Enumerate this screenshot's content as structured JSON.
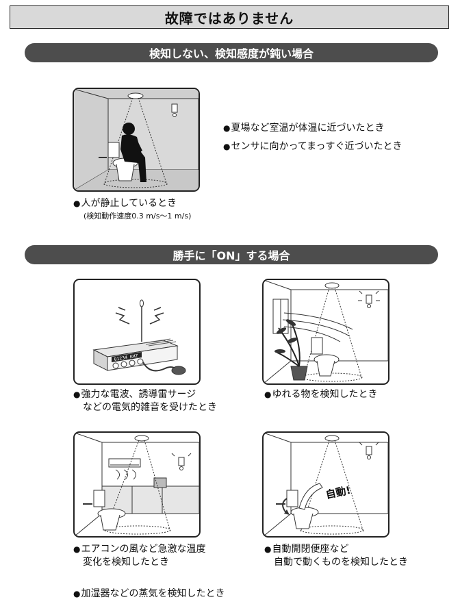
{
  "page_title": "故障ではありません",
  "sections": [
    {
      "heading": "検知しない、検知感度が鈍い場合",
      "caption": "人が静止しているとき",
      "subcaption": "(検知動作速度0.3 m/s〜1 m/s)",
      "conditions": [
        "夏場など室温が体温に近づいたとき",
        "センサに向かってまっすぐ近づいたとき"
      ]
    },
    {
      "heading": "勝手に「ON」する場合",
      "cases": [
        {
          "line1": "強力な電波、誘導雷サージ",
          "line2": "などの電気的雑音を受けたとき"
        },
        {
          "line1": "ゆれる物を検知したとき",
          "line2": ""
        },
        {
          "line1": "エアコンの風など急激な温度",
          "line2": "変化を検知したとき"
        },
        {
          "line1": "自動開閉便座など",
          "line2": "自動で動くものを検知したとき"
        },
        {
          "line1": "加湿器などの蒸気を検知したとき",
          "line2": ""
        }
      ]
    }
  ],
  "radio_display": "01234 KHZ",
  "auto_label": "自動!",
  "bullet": "●"
}
